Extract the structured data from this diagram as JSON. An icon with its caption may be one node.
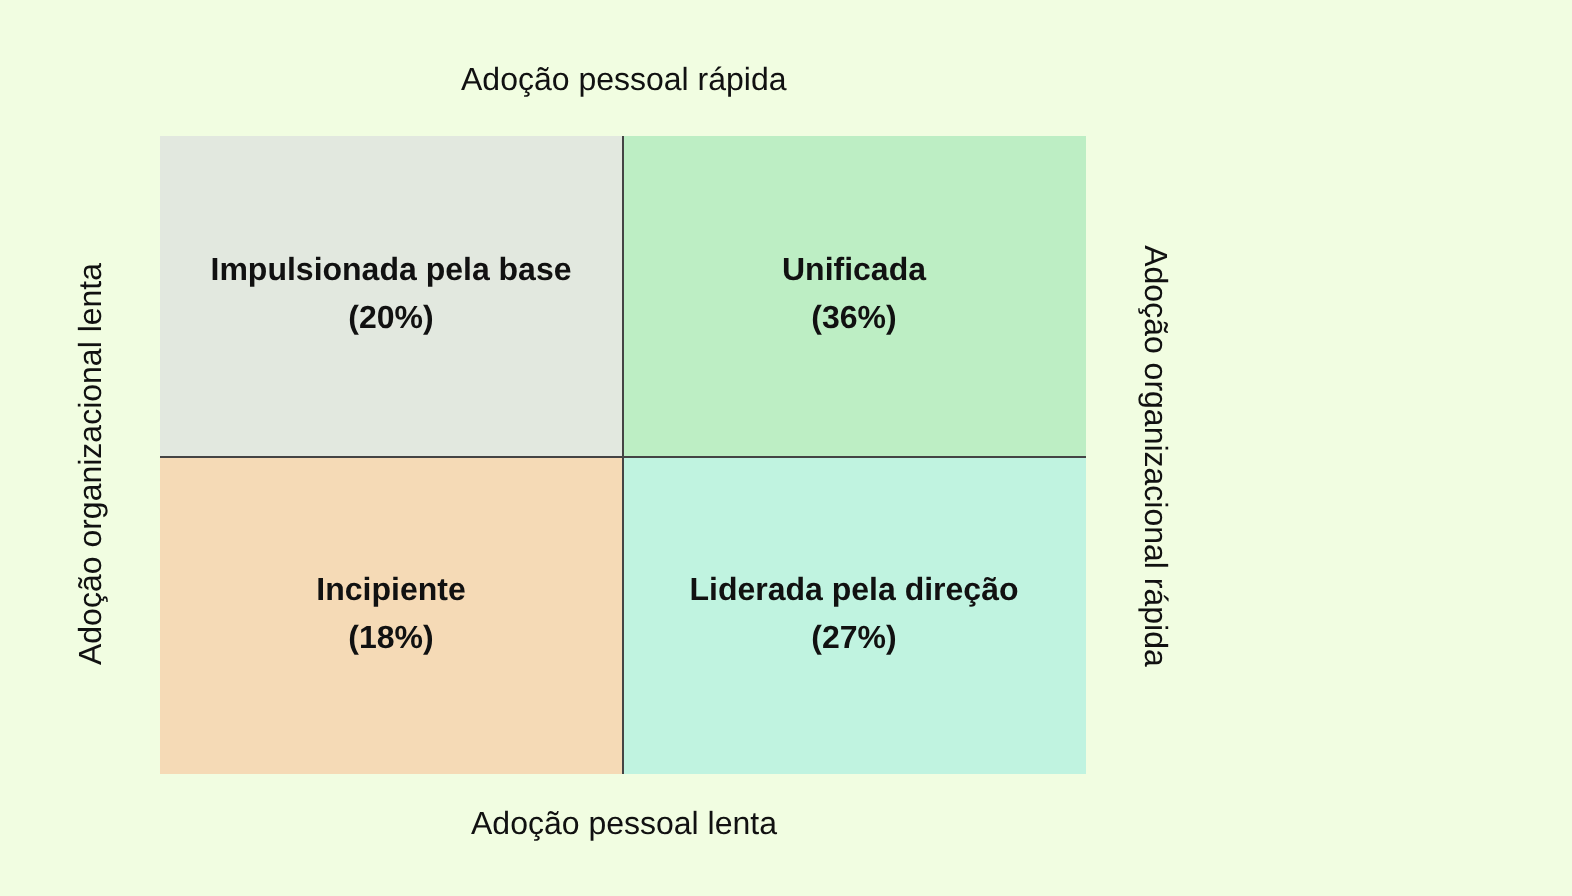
{
  "diagram": {
    "nodes": [
      {
        "text": [
          "Impulsionada pela base",
          "(20%)"
        ]
      },
      {
        "text": [
          "Unificada",
          "(36%)"
        ]
      },
      {
        "text": [
          "Incipiente",
          "(18%)"
        ]
      },
      {
        "text": [
          "Liderada pela direção",
          "(27%)"
        ]
      }
    ],
    "labels": [
      "Adoção pessoal rápida",
      "Adoção organizacional lenta",
      "Adoção organizacional rápida",
      "Adoção pessoal lenta"
    ]
  }
}
